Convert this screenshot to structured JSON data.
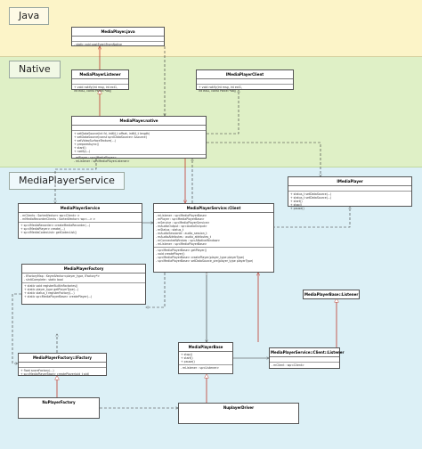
{
  "bands": {
    "java": "Java",
    "native": "Native",
    "service": "MediaPlayerService"
  },
  "classes": {
    "mediaplayer_java": {
      "title": "MediaPlayer.java",
      "sections": [
        [],
        [
          "- static void postEventFromNative"
        ]
      ]
    },
    "mediaplayer_listener": {
      "title": "MediaPlayerListener",
      "sections": [
        [],
        [
          "+ void notify(int msg, int ext1,",
          "int ext2, const Parcel *obj)"
        ]
      ]
    },
    "imediaplayer_client": {
      "title": "IMediaPlayerClient",
      "sections": [
        [],
        [
          "+ void notify(int msg, int ext1,",
          "int ext2, const Parcel *obj)"
        ]
      ]
    },
    "mediaplayer_native": {
      "title": "MediaPlayer.native",
      "sections": [
        [],
        [
          "+ setDataSource(int fd, int64_t offset, int64_t length)",
          "+ setDataSource(const sp<IDataSource> &source)",
          "+ setVideoSurfaceTexture(...)",
          "+ prepareAsync()",
          "+ start()",
          "+ notify(...)"
        ],
        [
          "- mPlayer : sp<IMediaPlayer>",
          "- mListener : sp<MediaPlayerListener>"
        ]
      ]
    },
    "imediaplayer": {
      "title": "IMediaPlayer",
      "sections": [
        [],
        [
          "+ status_t setDataSource(...)",
          "+ status_t setDataSource(...)",
          "+ start()",
          "+ stop()",
          "+ pause()"
        ]
      ]
    },
    "mediaplayer_service": {
      "title": "MediaPlayerService",
      "sections": [
        [
          "- mClients : SortedVector< wp<Client> >",
          "- mMediaRecorderClients : SortedVector< wp<...> >"
        ],
        [
          "+ sp<IMediaRecorder> createMediaRecorder(...)",
          "+ sp<IMediaPlayer> create(...)",
          "+ sp<IMediaCodecList> getCodecList()"
        ]
      ]
    },
    "service_client": {
      "title": "MediaPlayerService::Client",
      "sections": [
        [
          "- mListener : sp<MediaPlayerBase>",
          "- mPlayer : sp<MediaPlayerBase>",
          "- mService : sp<MediaPlayerService>",
          "- mAudioOutput : sp<AudioOutput>",
          "- mStatus : status_t",
          "- mAudioSessionId : audio_session_t",
          "- mAudioAttributes : audio_attributes_t",
          "- mConnectedWindow : sp<ANativeWindow>",
          "- mListener : sp<MediaPlayerBase>"
        ],
        [
          "- sp<MediaPlayerBase> getPlayer()",
          "- void        createPlayer()",
          "- sp<MediaPlayerBase>        createPlayer(player_type playerType)",
          "- sp<MediaPlayerBase> setDataSource_pre(player_type playerType)"
        ]
      ]
    },
    "mediaplayer_factory": {
      "title": "MediaPlayerFactory",
      "sections": [
        [
          "- tFactoryMap : KeyedVector<player_type, IFactory*>",
          "- sInitComplete : static bool"
        ],
        [
          "+ static void registerBuiltinFactories()",
          "+ static player_type getPlayerType(...)",
          "+ static status_t registerFactory(...)",
          "+ static sp<MediaPlayerBase> createPlayer(...)"
        ]
      ]
    },
    "factory_ifactory": {
      "title": "MediaPlayerFactory::IFactory",
      "sections": [
        [],
        [
          "+ float scoreFactory(...)",
          "+ sp<MediaPlayerBase> createPlayer(pid_t pid)"
        ]
      ]
    },
    "nuplayer_factory": {
      "title": "NuPlayerFactory",
      "sections": [
        []
      ]
    },
    "mediaplayerbase": {
      "title": "MediaPlayerBase",
      "sections": [
        [
          "+ stop()",
          "+ start()",
          "+ pause()"
        ],
        [
          "- mListener : sp<Listener>"
        ]
      ]
    },
    "client_listener": {
      "title": "MediaPlayerService::Client::Listener",
      "sections": [
        [],
        [
          "- mClient : wp<Client>"
        ]
      ]
    },
    "mediaplayerbase_listener": {
      "title": "MediaPlayerBase::Listener",
      "sections": [
        []
      ]
    },
    "nuplayer_driver": {
      "title": "NuplayerDriver",
      "sections": [
        []
      ]
    }
  }
}
